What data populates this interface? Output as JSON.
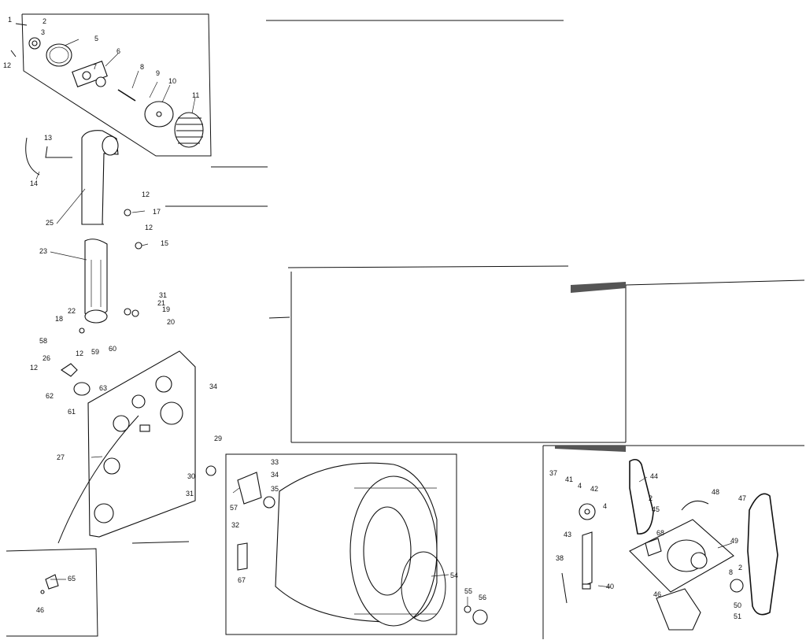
{
  "callouts": [
    {
      "id": "c1",
      "text": "1"
    },
    {
      "id": "c2",
      "text": "2"
    },
    {
      "id": "c3",
      "text": "3"
    },
    {
      "id": "c5",
      "text": "5"
    },
    {
      "id": "c6",
      "text": "6"
    },
    {
      "id": "c7",
      "text": "7"
    },
    {
      "id": "c8",
      "text": "8"
    },
    {
      "id": "c9",
      "text": "9"
    },
    {
      "id": "c10",
      "text": "10"
    },
    {
      "id": "c11",
      "text": "11"
    },
    {
      "id": "c12a",
      "text": "12"
    },
    {
      "id": "c13",
      "text": "13"
    },
    {
      "id": "c14",
      "text": "14"
    },
    {
      "id": "c25",
      "text": "25"
    },
    {
      "id": "c12b",
      "text": "12"
    },
    {
      "id": "c17",
      "text": "17"
    },
    {
      "id": "c12c",
      "text": "12"
    },
    {
      "id": "c15",
      "text": "15"
    },
    {
      "id": "c23",
      "text": "23"
    },
    {
      "id": "c31a",
      "text": "31"
    },
    {
      "id": "c22",
      "text": "22"
    },
    {
      "id": "c21",
      "text": "21"
    },
    {
      "id": "c19",
      "text": "19"
    },
    {
      "id": "c18",
      "text": "18"
    },
    {
      "id": "c20",
      "text": "20"
    },
    {
      "id": "c58",
      "text": "58"
    },
    {
      "id": "c12d",
      "text": "12"
    },
    {
      "id": "c59",
      "text": "59"
    },
    {
      "id": "c60",
      "text": "60"
    },
    {
      "id": "c26",
      "text": "26"
    },
    {
      "id": "c12e",
      "text": "12"
    },
    {
      "id": "c63",
      "text": "63"
    },
    {
      "id": "c62",
      "text": "62"
    },
    {
      "id": "c61",
      "text": "61"
    },
    {
      "id": "c34a",
      "text": "34"
    },
    {
      "id": "c27",
      "text": "27"
    },
    {
      "id": "c30",
      "text": "30"
    },
    {
      "id": "c31b",
      "text": "31"
    },
    {
      "id": "c29",
      "text": "29"
    },
    {
      "id": "c33",
      "text": "33"
    },
    {
      "id": "c34b",
      "text": "34"
    },
    {
      "id": "c35",
      "text": "35"
    },
    {
      "id": "c57",
      "text": "57"
    },
    {
      "id": "c32",
      "text": "32"
    },
    {
      "id": "c67",
      "text": "67"
    },
    {
      "id": "c54",
      "text": "54"
    },
    {
      "id": "c55",
      "text": "55"
    },
    {
      "id": "c56",
      "text": "56"
    },
    {
      "id": "c65",
      "text": "65"
    },
    {
      "id": "c46",
      "text": "46"
    },
    {
      "id": "c37",
      "text": "37"
    },
    {
      "id": "c41",
      "text": "41"
    },
    {
      "id": "c4a",
      "text": "4"
    },
    {
      "id": "c42",
      "text": "42"
    },
    {
      "id": "c4b",
      "text": "4"
    },
    {
      "id": "c44",
      "text": "44"
    },
    {
      "id": "c2b",
      "text": "2"
    },
    {
      "id": "c45",
      "text": "45"
    },
    {
      "id": "c48",
      "text": "48"
    },
    {
      "id": "c47",
      "text": "47"
    },
    {
      "id": "c43",
      "text": "43"
    },
    {
      "id": "c68",
      "text": "68"
    },
    {
      "id": "c49",
      "text": "49"
    },
    {
      "id": "c38",
      "text": "38"
    },
    {
      "id": "c40",
      "text": "40"
    },
    {
      "id": "c2c",
      "text": "2"
    },
    {
      "id": "c8b",
      "text": "8"
    },
    {
      "id": "c46b",
      "text": "46"
    },
    {
      "id": "c50",
      "text": "50"
    },
    {
      "id": "c51",
      "text": "51"
    }
  ]
}
